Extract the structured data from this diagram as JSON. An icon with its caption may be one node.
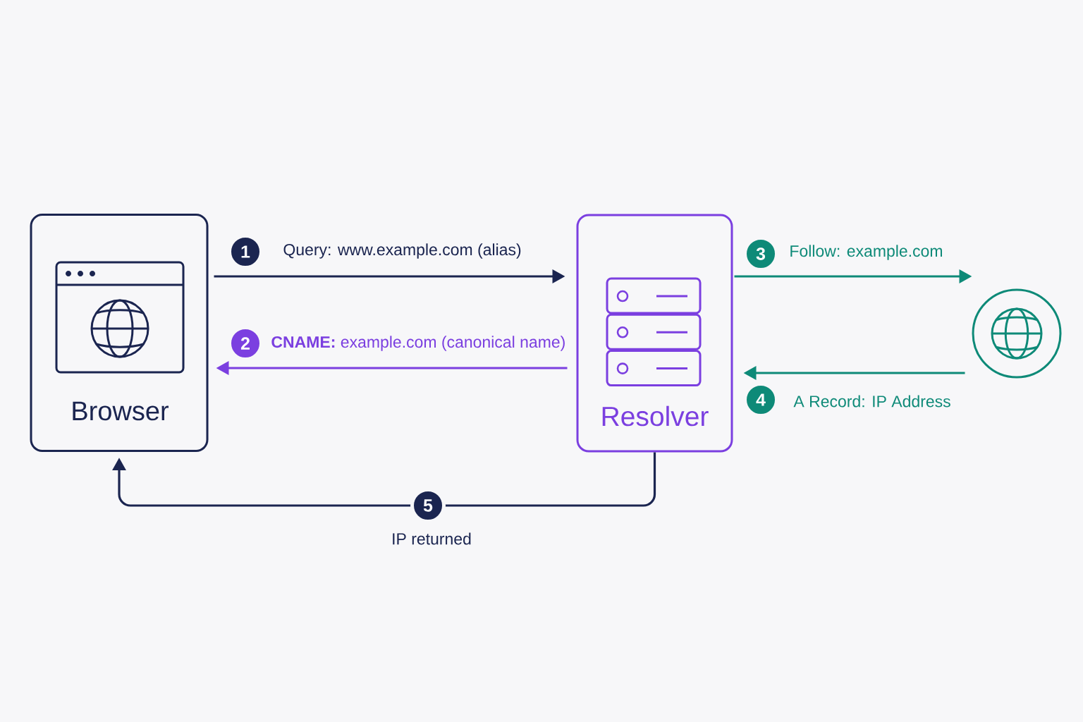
{
  "diagram": {
    "nodes": [
      {
        "text": [
          "Browser"
        ]
      },
      {
        "text": [
          "Resolver"
        ]
      },
      {
        "text": [],
        "shape": "circle"
      }
    ],
    "edges": [
      {
        "from": 0,
        "to": 1,
        "arrow": "to",
        "label": "Query: www.example.com (alias)",
        "color": "#1b2550"
      },
      {
        "from": 1,
        "to": 0,
        "arrow": "to",
        "label": "**CNAME:** example.com (canonical name)",
        "color": "#7b3fe0"
      },
      {
        "from": 1,
        "to": 2,
        "arrow": "to",
        "label": "Follow: example.com",
        "color": "#0e8a78"
      },
      {
        "from": 2,
        "to": 1,
        "arrow": "to",
        "label": "A Record: IP Address",
        "color": "#0e8a78"
      },
      {
        "from": 1,
        "to": 0,
        "arrow": "to",
        "label": "IP returned",
        "color": "#1b2550"
      }
    ],
    "labels": [
      "1",
      "2",
      "3",
      "4",
      "5"
    ]
  }
}
